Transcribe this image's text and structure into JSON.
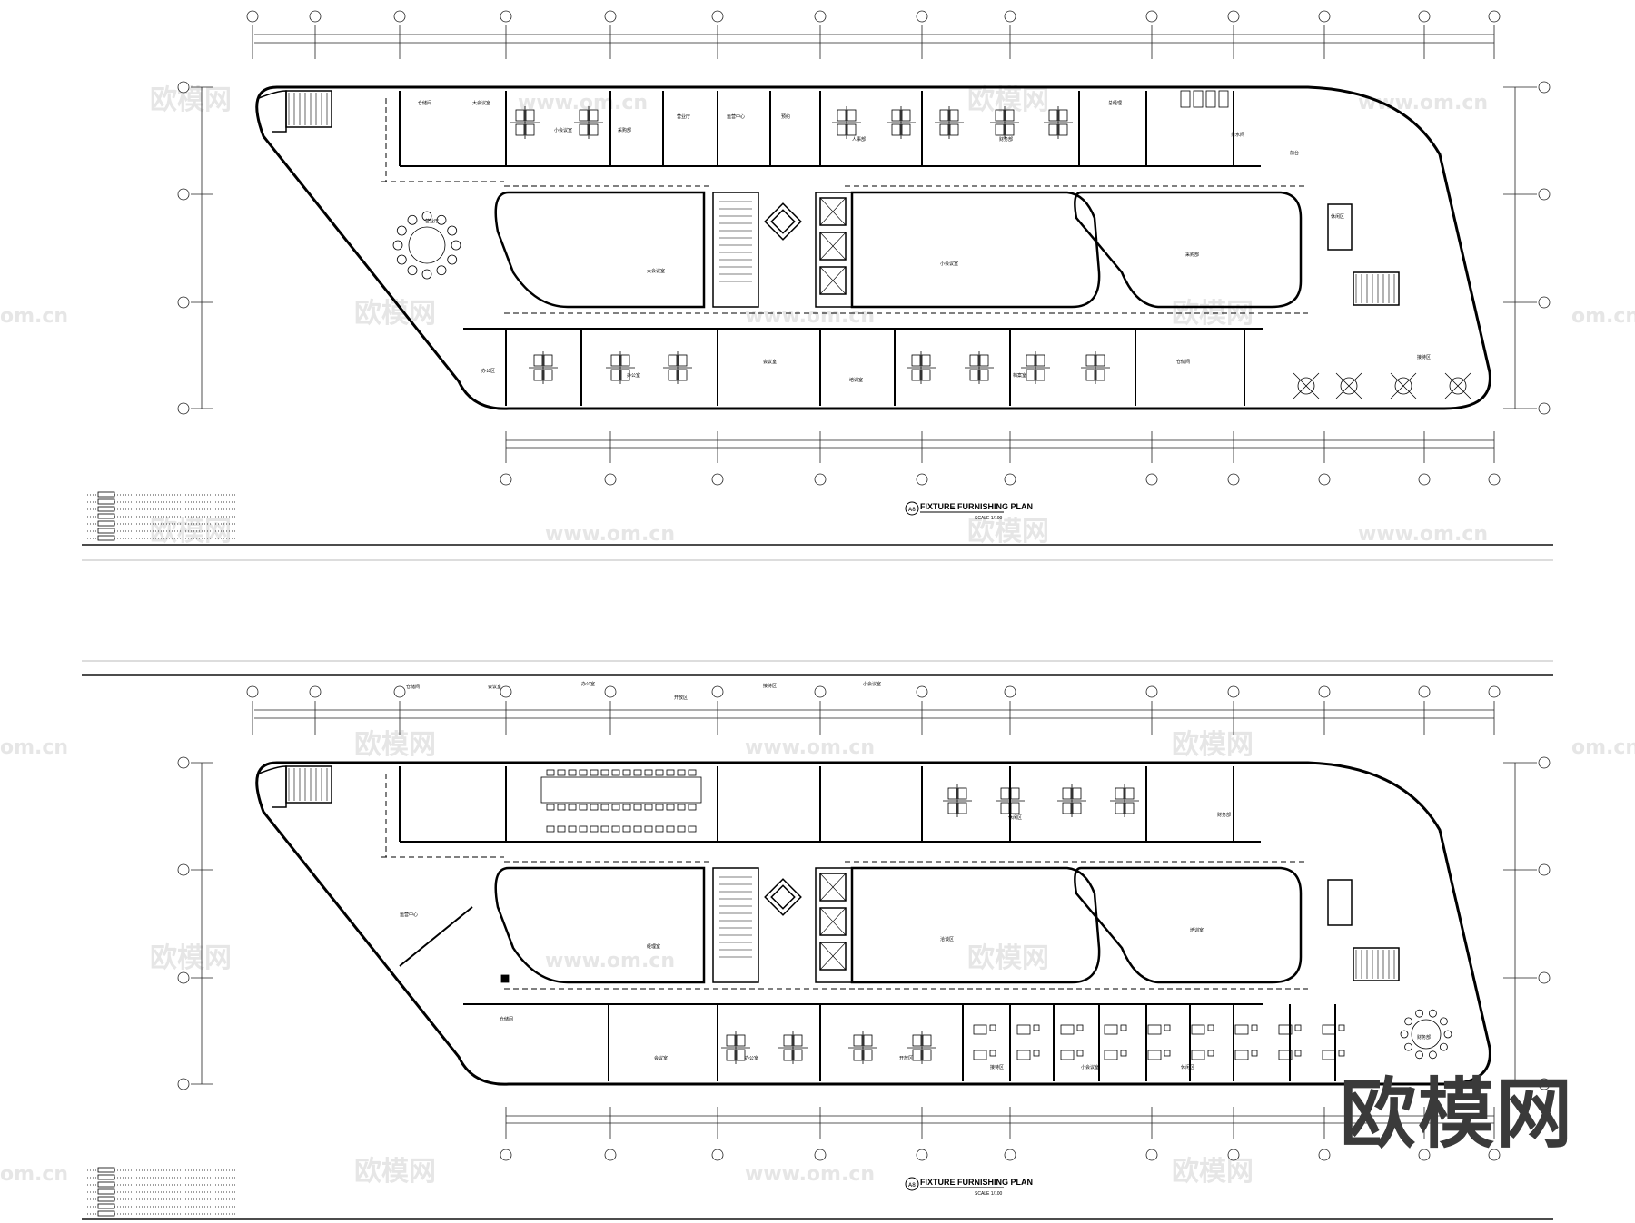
{
  "plans": [
    {
      "id": "upper",
      "title": "FIXTURE FURNISHING PLAN",
      "scale": "SCALE 1/100",
      "badge": "A8",
      "rooms": [
        "仓储间",
        "大会议室",
        "小会议室",
        "采购部",
        "营业厅",
        "运营中心",
        "预约",
        "人事部",
        "财务部",
        "总经理",
        "茶水间",
        "前台",
        "休闲区",
        "接待区",
        "办公区",
        "办公室",
        "会议室",
        "培训室",
        "档案室"
      ]
    },
    {
      "id": "lower",
      "title": "FIXTURE FURNISHING PLAN",
      "scale": "SCALE 1/100",
      "badge": "A8",
      "rooms": [
        "仓储间",
        "会议室",
        "办公室",
        "开放区",
        "接待区",
        "小会议室",
        "休闲区",
        "财务部",
        "运营中心",
        "经理室",
        "洽谈区",
        "培训室"
      ]
    }
  ],
  "watermark": {
    "brand": "欧模网",
    "url": "www.om.cn",
    "partial_url": "om.cn"
  },
  "colors": {
    "line": "#111111",
    "grid": "#333333",
    "watermark": "#e4e4e4"
  }
}
